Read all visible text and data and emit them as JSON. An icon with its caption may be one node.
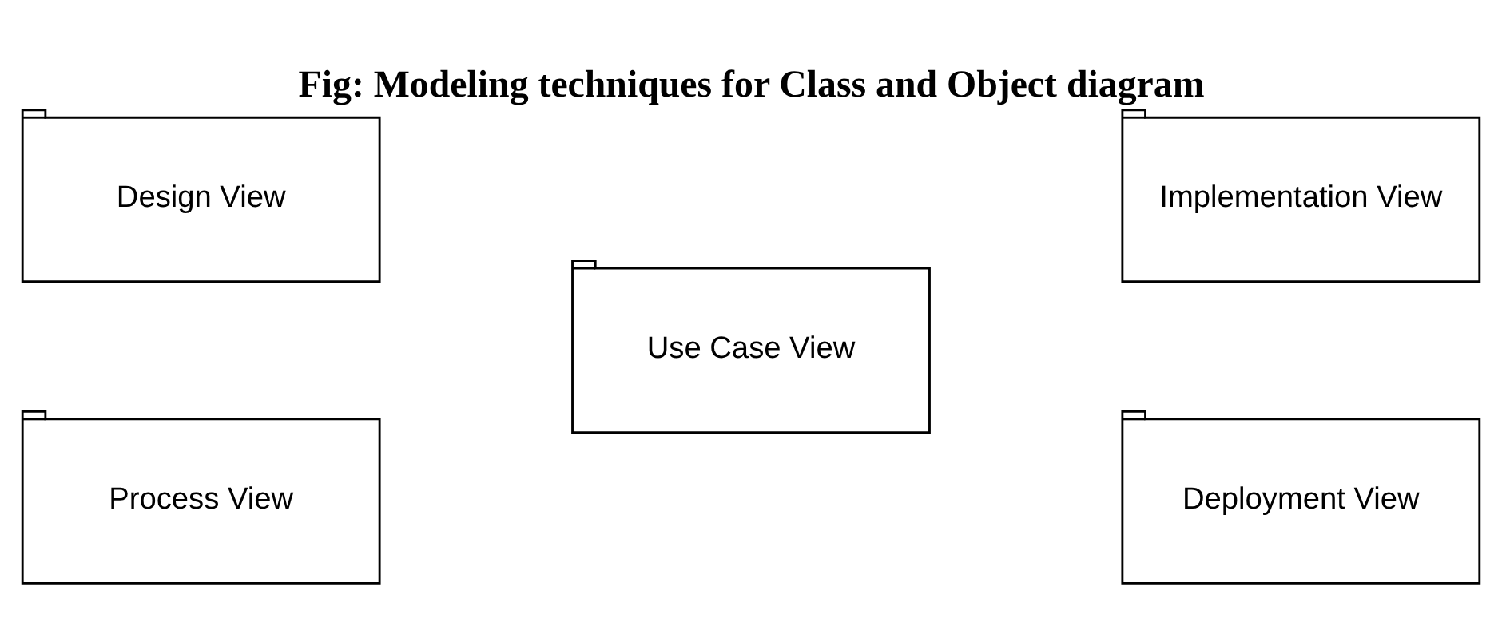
{
  "diagram": {
    "title": "Fig: Modeling techniques for Class and Object diagram",
    "nodes": [
      {
        "text": [
          "Design View"
        ]
      },
      {
        "text": [
          "Process View"
        ]
      },
      {
        "text": [
          "Use Case View"
        ]
      },
      {
        "text": [
          "Implementation View"
        ]
      },
      {
        "text": [
          "Deployment View"
        ]
      }
    ]
  }
}
